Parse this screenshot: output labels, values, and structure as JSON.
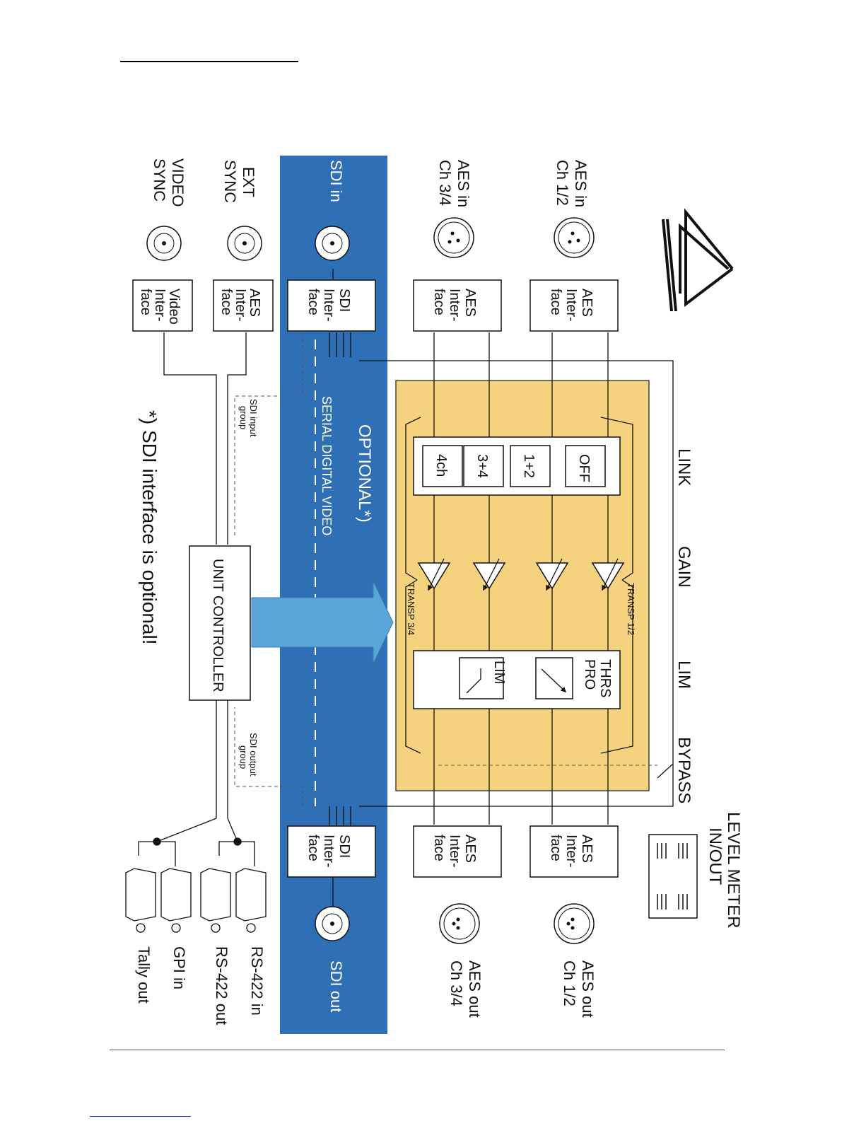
{
  "colors": {
    "sdi_band": "#2e6fb5",
    "processing_area": "#f5d27e",
    "controller_arrow": "#5aa6d6",
    "line": "#111111"
  },
  "labels": {
    "level_meter": [
      "LEVEL METER",
      "IN/OUT"
    ],
    "stage_link": "LINK",
    "stage_gain": "GAIN",
    "stage_lim": "LIM",
    "stage_bypass": "BYPASS",
    "optional": "OPTIONAL*)",
    "serial_digital_video": "SERIAL DIGITAL VIDEO",
    "footnote": "*) SDI interface is optional!",
    "unit_controller": "UNIT CONTROLLER",
    "sdi_input_group": [
      "SDI input",
      "group"
    ],
    "sdi_output_group": [
      "SDI output",
      "group"
    ],
    "transp_12": "TRANSP 1/2",
    "transp_34": "TRANSP 3/4",
    "thrs_pro": [
      "THRS",
      "PRO"
    ],
    "lim_box": "LIM"
  },
  "link_options": [
    "OFF",
    "1+2",
    "3+4",
    "4ch"
  ],
  "inputs": [
    {
      "label": [
        "AES in",
        "Ch 1/2"
      ],
      "interface": [
        "AES",
        "Inter-",
        "face"
      ]
    },
    {
      "label": [
        "AES in",
        "Ch 3/4"
      ],
      "interface": [
        "AES",
        "Inter-",
        "face"
      ]
    },
    {
      "label": [
        "SDI in"
      ],
      "interface": [
        "SDI",
        "Inter-",
        "face"
      ]
    },
    {
      "label": [
        "EXT",
        "SYNC"
      ],
      "interface": [
        "AES",
        "Inter-",
        "face"
      ]
    },
    {
      "label": [
        "VIDEO",
        "SYNC"
      ],
      "interface": [
        "Video",
        "Inter-",
        "face"
      ]
    }
  ],
  "outputs": [
    {
      "label": [
        "AES out",
        "Ch 1/2"
      ],
      "interface": [
        "AES",
        "Inter-",
        "face"
      ]
    },
    {
      "label": [
        "AES out",
        "Ch 3/4"
      ],
      "interface": [
        "AES",
        "Inter-",
        "face"
      ]
    },
    {
      "label": [
        "SDI out"
      ],
      "interface": [
        "SDI",
        "Inter-",
        "face"
      ]
    }
  ],
  "ports": [
    "RS-422 in",
    "RS-422 out",
    "GPI in",
    "Tally out"
  ]
}
